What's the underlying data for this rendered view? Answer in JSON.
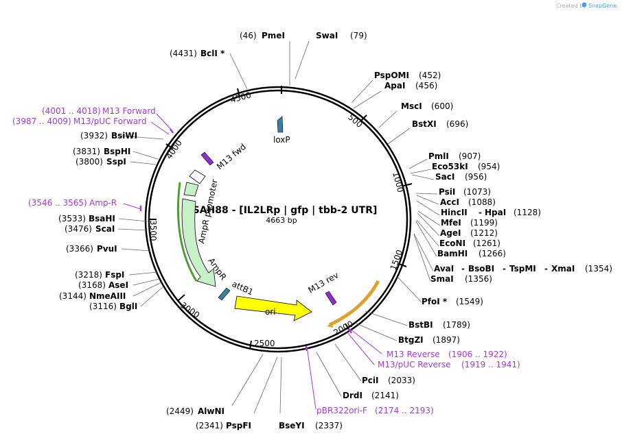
{
  "header": {
    "credit": "Created by",
    "brand": "SnapGene"
  },
  "plasmid": {
    "name": "pSAH88 - [IL2LRp | gfp | tbb-2 UTR]",
    "size": "4663 bp"
  },
  "ticks": [
    "500",
    "1000",
    "1500",
    "2000",
    "2500",
    "3000",
    "3500",
    "4000",
    "4500"
  ],
  "features": [
    {
      "label": "loxP",
      "color": "#3a7ea1"
    },
    {
      "label": "M13 fwd",
      "color": "#8b2fc9"
    },
    {
      "label": "AmpR promoter",
      "color": "#c8f0c8"
    },
    {
      "label": "AmpR",
      "color": "#c8f0c8"
    },
    {
      "label": "attB1",
      "color": "#3a7ea1"
    },
    {
      "label": "ori",
      "color": "#ffff00"
    },
    {
      "label": "M13 rev",
      "color": "#8b2fc9"
    }
  ],
  "sites": [
    {
      "name": "PmeI",
      "pos": "(46)"
    },
    {
      "name": "SwaI",
      "pos": "(79)"
    },
    {
      "name": "PspOMI",
      "pos": "(452)"
    },
    {
      "name": "ApaI",
      "pos": "(456)"
    },
    {
      "name": "MscI",
      "pos": "(600)"
    },
    {
      "name": "BstXI",
      "pos": "(696)"
    },
    {
      "name": "PmlI",
      "pos": "(907)"
    },
    {
      "name": "Eco53kI",
      "pos": "(954)"
    },
    {
      "name": "SacI",
      "pos": "(956)"
    },
    {
      "name": "PsiI",
      "pos": "(1073)"
    },
    {
      "name": "AccI",
      "pos": "(1088)"
    },
    {
      "name": "HincII",
      "name2": "HpaI",
      "pos": "(1128)"
    },
    {
      "name": "MfeI",
      "pos": "(1199)"
    },
    {
      "name": "AgeI",
      "pos": "(1212)"
    },
    {
      "name": "EcoNI",
      "pos": "(1261)"
    },
    {
      "name": "BamHI",
      "pos": "(1266)"
    },
    {
      "name": "AvaI",
      "name2": "BsoBI",
      "name3": "TspMI",
      "name4": "XmaI",
      "pos": "(1354)"
    },
    {
      "name": "SmaI",
      "pos": "(1356)"
    },
    {
      "name": "PfoI *",
      "pos": "(1549)"
    },
    {
      "name": "BstBI",
      "pos": "(1789)"
    },
    {
      "name": "BtgZI",
      "pos": "(1897)"
    },
    {
      "name": "PciI",
      "pos": "(2033)"
    },
    {
      "name": "DrdI",
      "pos": "(2141)"
    },
    {
      "name": "BseYI",
      "pos": "(2337)"
    },
    {
      "name": "PspFI",
      "pos": "(2341)"
    },
    {
      "name": "AlwNI",
      "pos": "(2449)"
    },
    {
      "name": "BglI",
      "pos": "(3116)"
    },
    {
      "name": "NmeAIII",
      "pos": "(3144)"
    },
    {
      "name": "AseI",
      "pos": "(3168)"
    },
    {
      "name": "FspI",
      "pos": "(3218)"
    },
    {
      "name": "PvuI",
      "pos": "(3366)"
    },
    {
      "name": "ScaI",
      "pos": "(3476)"
    },
    {
      "name": "BsaHI",
      "pos": "(3533)"
    },
    {
      "name": "SspI",
      "pos": "(3800)"
    },
    {
      "name": "BspHI",
      "pos": "(3831)"
    },
    {
      "name": "BsiWI",
      "pos": "(3932)"
    },
    {
      "name": "BclI *",
      "pos": "(4431)"
    }
  ],
  "primers": [
    {
      "name": "M13 Reverse",
      "pos": "(1906 .. 1922)"
    },
    {
      "name": "M13/pUC Reverse",
      "pos": "(1919 .. 1941)"
    },
    {
      "name": "pBR322ori-F",
      "pos": "(2174 .. 2193)"
    },
    {
      "name": "Amp-R",
      "pos": "(3546 .. 3565)"
    },
    {
      "name": "M13/pUC Forward",
      "pos": "(3987 .. 4009)"
    },
    {
      "name": "M13 Forward",
      "pos": "(4001 .. 4018)"
    }
  ]
}
